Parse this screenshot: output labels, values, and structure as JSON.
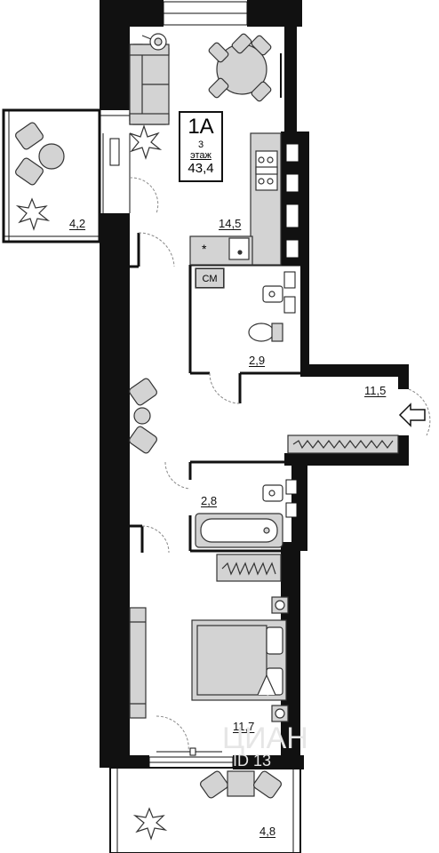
{
  "badge": {
    "apartment": "1А",
    "floor": "3",
    "floor_word": "этаж",
    "total_area": "43,4"
  },
  "rooms": {
    "balcony_top": "4,2",
    "living_kitchen": "14,5",
    "wc": "2,9",
    "hall": "11,5",
    "bathroom": "2,8",
    "bedroom": "11,7",
    "balcony_bottom": "4,8"
  },
  "appliance": {
    "washer": "СМ",
    "fridge": "*"
  },
  "watermark": {
    "brand": "ЦИАН",
    "id": "ID 13"
  },
  "colors": {
    "wall": "#111111",
    "furniture": "#d3d3d3",
    "outline": "#333333"
  }
}
